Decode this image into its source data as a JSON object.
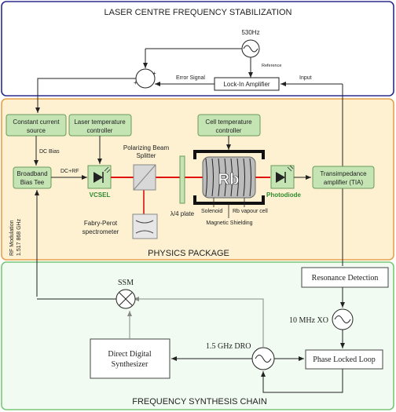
{
  "sections": {
    "top": "LASER CENTRE FREQUENCY STABILIZATION",
    "physics": "PHYSICS PACKAGE",
    "synthesis": "FREQUENCY SYNTHESIS CHAIN"
  },
  "top": {
    "freq": "530Hz",
    "reference": "Reference",
    "lockin": "Lock-In Amplifier",
    "error_signal": "Error Signal",
    "input": "Input",
    "plus_top": "+",
    "plus_left": "+"
  },
  "physics": {
    "ccs_line1": "Constant current",
    "ccs_line2": "source",
    "ltc_line1": "Laser temperature",
    "ltc_line2": "controller",
    "ctc_line1": "Cell temperature",
    "ctc_line2": "controller",
    "dc_bias": "DC Bias",
    "bbt_line1": "Broadband",
    "bbt_line2": "Bias Tee",
    "dcrf": "DC+RF",
    "vcsel": "VCSEL",
    "pbs_line1": "Polarizing Beam",
    "pbs_line2": "Splitter",
    "fp_line1": "Fabry-Perot",
    "fp_line2": "spectrometer",
    "qwp": "λ/4 plate",
    "rb": "Rb",
    "solenoid": "Solenoid",
    "magnetic": "Magnetic Shielding",
    "cell": "Rb vapour cell",
    "photodiode": "Photodiode",
    "tia_line1": "Transimpedance",
    "tia_line2": "amplifier (TIA)",
    "rf_mod_line1": "RF Modulation",
    "rf_mod_line2": "1.517 868 GHz"
  },
  "synthesis": {
    "resonance": "Resonance Detection",
    "xo": "10 MHz XO",
    "pll": "Phase Locked Loop",
    "dro": "1.5 GHz DRO",
    "dds_line1": "Direct Digital",
    "dds_line2": "Synthesizer",
    "ssm": "SSM"
  },
  "colors": {
    "top_border": "#2b2b8f",
    "physics_fill": "#fdf1d2",
    "physics_border": "#e8a04a",
    "synth_fill": "#f1fbf1",
    "synth_border": "#78c878",
    "green_box": "#c4e4b4",
    "laser": "#e01010"
  }
}
